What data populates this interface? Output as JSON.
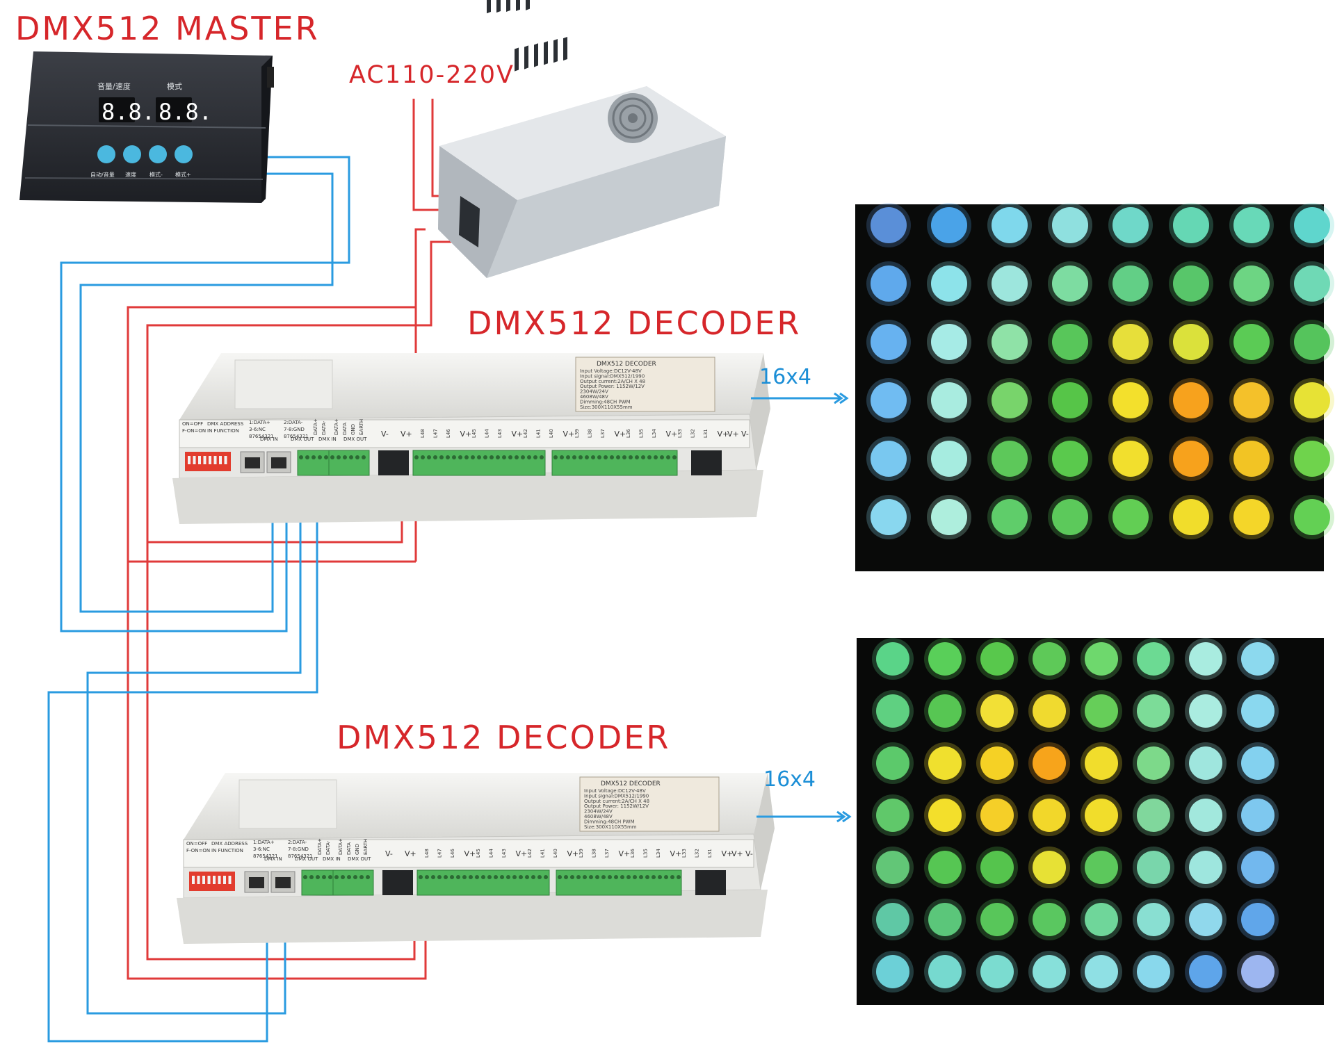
{
  "titles": {
    "master": "DMX512 MASTER",
    "power": "AC110-220V",
    "decoder1": "DMX512 DECODER",
    "decoder2": "DMX512 DECODER"
  },
  "outputs": {
    "decoder1": "16x4",
    "decoder2": "16x4"
  },
  "master": {
    "label_left": "音量/速度",
    "label_right": "模式",
    "display_left": "8.8.",
    "display_right": "8.8.",
    "buttons": [
      "自动/音量",
      "速度",
      "模式-",
      "模式+"
    ]
  },
  "decoder": {
    "plate_title": "DMX512 DECODER",
    "plate_lines": [
      "Input Voltage:DC12V-48V",
      "Input signal:DMX512/1990",
      "Output current:2A/CH X 48",
      "Output Power: 1152W/12V",
      "2304W/24V",
      "4608W/48V",
      "Dimming:48CH PWM",
      "Size:300X110X55mm"
    ],
    "labels": {
      "dip_on": "ON=OFF",
      "dip_addr": "DMX ADDRESS",
      "dip_on2": "F-ON=ON",
      "dip_func": "IN FUNCTION",
      "dip_num": "87654321",
      "rj1_top": "1:DATA+",
      "rj1_mid": "3-6:NC",
      "rj2_top": "2:DATA-",
      "rj2_mid": "7-8:GND",
      "dmx_in": "DMX IN",
      "dmx_out": "DMX OUT",
      "data_plus": "DATA+",
      "data_minus": "DATA-",
      "data": "DATA",
      "gnd": "GND",
      "earth": "EARTH",
      "v_minus": "V-",
      "v_plus": "V+",
      "channels": [
        "L48",
        "L47",
        "L46",
        "V+",
        "L45",
        "L44",
        "L43",
        "V+",
        "L42",
        "L41",
        "L40",
        "V+",
        "L39",
        "L38",
        "L37",
        "V+",
        "L36",
        "L35",
        "L34",
        "V+",
        "L33",
        "L32",
        "L31",
        "V+"
      ]
    }
  },
  "colors": {
    "title_red": "#d6262a",
    "wire_red": "#e03a3a",
    "wire_blue": "#2a9be0",
    "led_blue": "#4aa3e8",
    "led_cyan": "#8de0e6",
    "led_green": "#37c14b",
    "led_yellow": "#f4e22d",
    "led_orange": "#f39a1c"
  },
  "led_panels": {
    "top": [
      [
        "#5a8fd8",
        "#4aa3e8",
        "#7fd8ec",
        "#8fe0df",
        "#6fd8c9",
        "#65d7b4",
        "#68d9b8",
        "#5fd6cd"
      ],
      [
        "#5fa9ec",
        "#8de3ea",
        "#9de6dd",
        "#7ddca1",
        "#62cf86",
        "#58c66a",
        "#6dd583",
        "#6fd9b5"
      ],
      [
        "#67b2f0",
        "#a6ebe6",
        "#8fe2a7",
        "#58c65a",
        "#e7df3a",
        "#dbe13b",
        "#5bcb55",
        "#55c45c"
      ],
      [
        "#70bcf2",
        "#a9ece0",
        "#78d46b",
        "#56c548",
        "#f3e02c",
        "#f7a21d",
        "#f4c12a",
        "#e7e235"
      ],
      [
        "#79c8f0",
        "#a6ece0",
        "#5dc85a",
        "#5ac94d",
        "#f2df2d",
        "#f7a21c",
        "#f2c424",
        "#6fd34c"
      ],
      [
        "#89d7ef",
        "#aeeedd",
        "#5fcd6a",
        "#5cc95b",
        "#62ce54",
        "#f1dd2b",
        "#f4d629",
        "#63d054"
      ]
    ],
    "bottom": [
      [
        "#5ad488",
        "#59cf59",
        "#58c84c",
        "#5ec958",
        "#6ed86d",
        "#6cda93",
        "#a9ece0",
        "#8cd9ee"
      ],
      [
        "#5fd081",
        "#57c653",
        "#f2e036",
        "#f0da2f",
        "#66ce59",
        "#7cdc98",
        "#aaece0",
        "#8ad8ef"
      ],
      [
        "#5cc96b",
        "#f0e02e",
        "#f5d125",
        "#f7a41b",
        "#f1dd2c",
        "#7dd98a",
        "#9fe6de",
        "#83d1ef"
      ],
      [
        "#60c86a",
        "#f3df2b",
        "#f5cf28",
        "#f2d72a",
        "#f1dd2b",
        "#80d79c",
        "#a2e8dd",
        "#7ec8ef"
      ],
      [
        "#62c677",
        "#56c653",
        "#55c44d",
        "#e7e135",
        "#5cc85c",
        "#79d6ab",
        "#9ee6de",
        "#72b8ee"
      ],
      [
        "#5fc8a5",
        "#5bc67a",
        "#58c65a",
        "#5ac760",
        "#6fd69a",
        "#89dfd2",
        "#90d8ec",
        "#60a6ea"
      ],
      [
        "#6cd0d7",
        "#76d9cf",
        "#7bdcd0",
        "#87e0da",
        "#8fe0e4",
        "#89d8ec",
        "#5ea5ea",
        "#9db6f0"
      ]
    ]
  }
}
